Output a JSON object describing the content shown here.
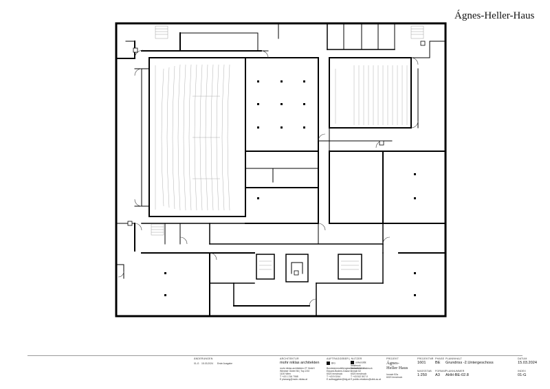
{
  "header": {
    "project_title": "Ágnes-Heller-Haus"
  },
  "title_block": {
    "changes": {
      "label": "ÄNDERUNGEN",
      "index": "01-G",
      "date": "15.03.2024",
      "text": "Erste Ausgabe"
    },
    "architect": {
      "label": "ARCHITEKTUR",
      "name": "mohr niklas architekten",
      "lines": [
        "mohr niklas architekten ZT GmbH",
        "Wiedner Gürtel 56 | Top 2/10",
        "1100 Wien",
        "T +43 1 216 7068",
        "E planung@mohr-niklas.at"
      ]
    },
    "client": {
      "label": "AUFTRAGGEBER | NUTZER",
      "logo_big": "BIG",
      "logo_uni": "universität innsbruck",
      "col1": [
        "Bundesimmobiliengesellschaft m.b.H.",
        "Eduard-Bodem-Gasse 1",
        "6020 Innsbruck",
        "T +43 5 0244",
        "E auftraggeber@big.at"
      ],
      "col2": [
        "Universität Innsbruck",
        "Innrain 52",
        "6020 Innsbruck",
        "T +43 512 507-0",
        "E public-relations@uibk.ac.at"
      ]
    },
    "project": {
      "label": "PROJEKT",
      "name": "Ágnes-Heller Haus",
      "address": [
        "Innrain 52a",
        "6020 Innsbruck"
      ]
    },
    "project_no": {
      "label": "PROJEKTNR",
      "value": "1601"
    },
    "phase": {
      "label": "PHASE",
      "value": "BE"
    },
    "scale": {
      "label": "MASSSTAB",
      "value": "1:250"
    },
    "format": {
      "label": "FORMAT",
      "value": "A3"
    },
    "plan_content": {
      "label": "PLANINHALT",
      "value": "Grundriss -2.Untergeschoss"
    },
    "plan_number": {
      "label": "PLANNUMMER",
      "value": "AHH-BE-02.8"
    },
    "date": {
      "label": "DATUM",
      "value": "15.03.2024"
    },
    "index": {
      "label": "INDEX",
      "value": "01-G"
    }
  }
}
